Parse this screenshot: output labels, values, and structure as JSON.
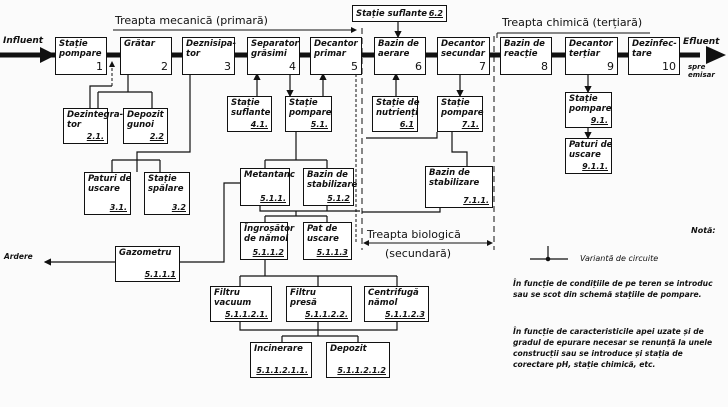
{
  "labels": {
    "influent": "Influent",
    "effluent": "Efluent",
    "effluent_dest": "spre\nemisar",
    "ardere": "Ardere",
    "stage_mechanical": "Treapta mecanică (primară)",
    "stage_chemical": "Treapta chimică (terțiară)",
    "stage_biological": "Treapta biologică",
    "stage_biological_sub": "(secundară)"
  },
  "boxes": [
    {
      "id": "b1",
      "label": "Stație\npompare",
      "num": "1"
    },
    {
      "id": "b2",
      "label": "Grătar",
      "num": "2"
    },
    {
      "id": "b3",
      "label": "Deznisipa-\ntor",
      "num": "3"
    },
    {
      "id": "b4",
      "label": "Separator\ngrăsimi",
      "num": "4"
    },
    {
      "id": "b5",
      "label": "Decantor\nprimar",
      "num": "5"
    },
    {
      "id": "b62",
      "label": "Stație suflante",
      "num": "6.2"
    },
    {
      "id": "b6",
      "label": "Bazin de\naerare",
      "num": "6"
    },
    {
      "id": "b7",
      "label": "Decantor\nsecundar",
      "num": "7"
    },
    {
      "id": "b8",
      "label": "Bazin de\nreacție",
      "num": "8"
    },
    {
      "id": "b9",
      "label": "Decantor\nterțiar",
      "num": "9"
    },
    {
      "id": "b10",
      "label": "Dezinfec-\ntare",
      "num": "10"
    },
    {
      "id": "b21",
      "label": "Dezintegra-\ntor",
      "num": "2.1."
    },
    {
      "id": "b22",
      "label": "Depozit\ngunoi",
      "num": "2.2"
    },
    {
      "id": "b41",
      "label": "Stație\nsuflante",
      "num": "4.1."
    },
    {
      "id": "b51",
      "label": "Stație\npompare",
      "num": "5.1."
    },
    {
      "id": "b31",
      "label": "Paturi de\nuscare",
      "num": "3.1."
    },
    {
      "id": "b32",
      "label": "Stație\nspălare",
      "num": "3.2"
    },
    {
      "id": "b511",
      "label": "Metantanc",
      "num": "5.1.1."
    },
    {
      "id": "b512",
      "label": "Bazin de\nstabilizare",
      "num": "5.1.2"
    },
    {
      "id": "b61",
      "label": "Stație de\nnutrienți",
      "num": "6.1"
    },
    {
      "id": "b71",
      "label": "Stație\npompare",
      "num": "7.1."
    },
    {
      "id": "b711",
      "label": "Bazin de\nstabilizare",
      "num": "7.1.1."
    },
    {
      "id": "b91",
      "label": "Stație\npompare",
      "num": "9.1."
    },
    {
      "id": "b911",
      "label": "Paturi de\nuscare",
      "num": "9.1.1."
    },
    {
      "id": "b5112",
      "label": "Îngroșător\nde nămol",
      "num": "5.1.1.2"
    },
    {
      "id": "b5113",
      "label": "Pat de\nuscare",
      "num": "5.1.1.3"
    },
    {
      "id": "b5111",
      "label": "Gazometru",
      "num": "5.1.1.1"
    },
    {
      "id": "b51121",
      "label": "Filtru\nvacuum",
      "num": "5.1.1.2.1."
    },
    {
      "id": "b51122",
      "label": "Filtru\npresă",
      "num": "5.1.1.2.2."
    },
    {
      "id": "b51123",
      "label": "Centrifugă\nnămol",
      "num": "5.1.1.2.3"
    },
    {
      "id": "b511211",
      "label": "Incinerare",
      "num": "5.1.1.2.1.1."
    },
    {
      "id": "b511212",
      "label": "Depozit",
      "num": "5.1.1.2.1.2"
    }
  ],
  "legend": {
    "title": "Notă:",
    "symbol_label": "Variantă de circuite"
  },
  "notes": [
    "În funcție de condițiile de pe teren se introduc sau se scot din schemă stațiile de pompare.",
    "În funcție de caracteristicile apei uzate și de gradul de epurare necesar se renunță la unele construcții sau se introduce și stația de corectare pH, stație chimică, etc."
  ]
}
